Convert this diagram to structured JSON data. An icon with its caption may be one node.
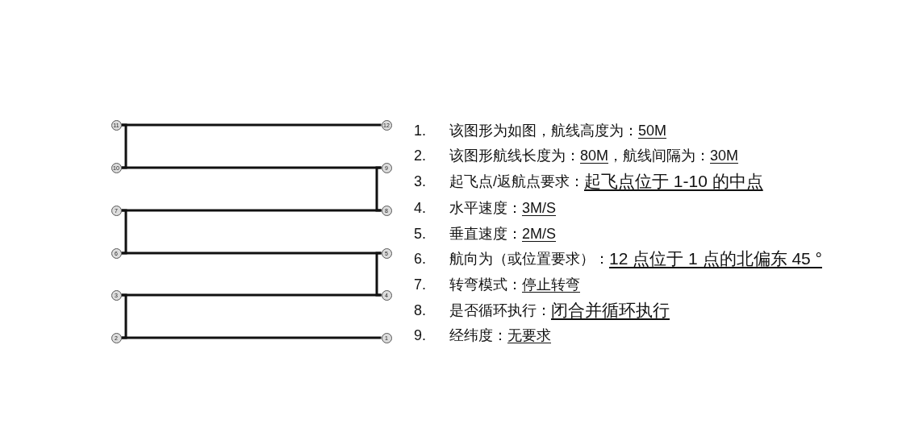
{
  "diagram": {
    "nodes": [
      {
        "text": [
          "1"
        ]
      },
      {
        "text": [
          "2"
        ]
      },
      {
        "text": [
          "3"
        ]
      },
      {
        "text": [
          "4"
        ]
      },
      {
        "text": [
          "5"
        ]
      },
      {
        "text": [
          "6"
        ]
      },
      {
        "text": [
          "7"
        ]
      },
      {
        "text": [
          "8"
        ]
      },
      {
        "text": [
          "9"
        ]
      },
      {
        "text": [
          "10"
        ]
      },
      {
        "text": [
          "11"
        ]
      },
      {
        "text": [
          "12"
        ]
      }
    ],
    "edges": [
      {
        "from": 0,
        "to": 1,
        "arrow": "none"
      },
      {
        "from": 1,
        "to": 2,
        "arrow": "none"
      },
      {
        "from": 2,
        "to": 3,
        "arrow": "none"
      },
      {
        "from": 3,
        "to": 4,
        "arrow": "none"
      },
      {
        "from": 4,
        "to": 5,
        "arrow": "none"
      },
      {
        "from": 5,
        "to": 6,
        "arrow": "none"
      },
      {
        "from": 6,
        "to": 7,
        "arrow": "none"
      },
      {
        "from": 7,
        "to": 8,
        "arrow": "none"
      },
      {
        "from": 8,
        "to": 9,
        "arrow": "none"
      },
      {
        "from": 9,
        "to": 10,
        "arrow": "none"
      },
      {
        "from": 10,
        "to": 11,
        "arrow": "none"
      }
    ],
    "labels": [
      "1.",
      "该图形为如图，航线高度为：",
      "50M",
      "2.",
      "该图形航线长度为：",
      "80M",
      "，航线间隔为：",
      "30M",
      "3.",
      "起飞点/返航点要求：",
      "起飞点位于 1-10 的中点",
      "4.",
      "水平速度：",
      "3M/S",
      "5.",
      "垂直速度：",
      "2M/S",
      "6.",
      "航向为（或位置要求）：",
      "12 点位于 1 点的北偏东 45 °",
      "7.",
      "转弯模式：",
      "停止转弯",
      "8.",
      "是否循环执行：",
      "闭合并循环执行",
      "9.",
      "经纬度：",
      "无要求"
    ]
  }
}
